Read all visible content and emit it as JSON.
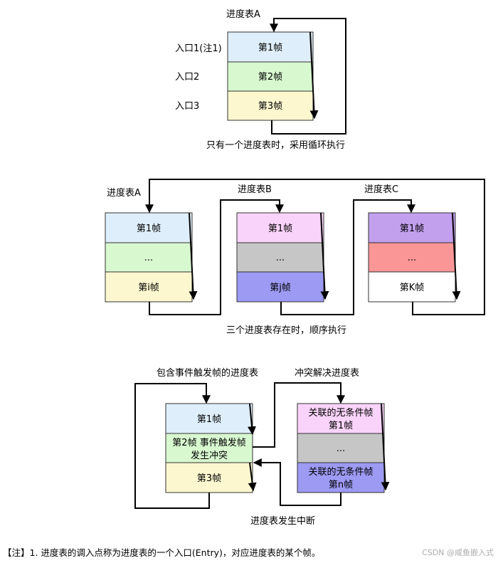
{
  "colors": {
    "blue": "#deeefa",
    "green": "#d8f8d0",
    "yellow": "#fcf7cf",
    "pink": "#f9d3f9",
    "gray": "#c6c6c6",
    "violet": "#9c9af2",
    "purple": "#c2a0ee",
    "red": "#fa9696",
    "white": "#ffffff"
  },
  "diagram1": {
    "table_title": "进度表A",
    "entries": [
      "入口1(注1)",
      "入口2",
      "入口3"
    ],
    "frames": [
      "第1帧",
      "第2帧",
      "第3帧"
    ],
    "caption": "只有一个进度表时，采用循环执行"
  },
  "diagram2": {
    "tables": [
      {
        "title": "进度表A",
        "frames": [
          "第1帧",
          "...",
          "第i帧"
        ]
      },
      {
        "title": "进度表B",
        "frames": [
          "第1帧",
          "...",
          "第j帧"
        ]
      },
      {
        "title": "进度表C",
        "frames": [
          "第1帧",
          "...",
          "第K帧"
        ]
      }
    ],
    "caption": "三个进度表存在时，顺序执行"
  },
  "diagram3": {
    "left_title": "包含事件触发帧的进度表",
    "left_frames": [
      "第1帧",
      "第2帧 事件触发帧",
      "发生冲突",
      "第3帧"
    ],
    "right_title": "冲突解决进度表",
    "right_frames": [
      "关联的无条件帧",
      "第1帧",
      "...",
      "关联的无条件帧",
      "第n帧"
    ],
    "caption": "进度表发生中断"
  },
  "footnote": "【注】1. 进度表的调入点称为进度表的一个入口(Entry)，对应进度表的某个帧。",
  "watermark": "CSDN @咸鱼嵌入式"
}
